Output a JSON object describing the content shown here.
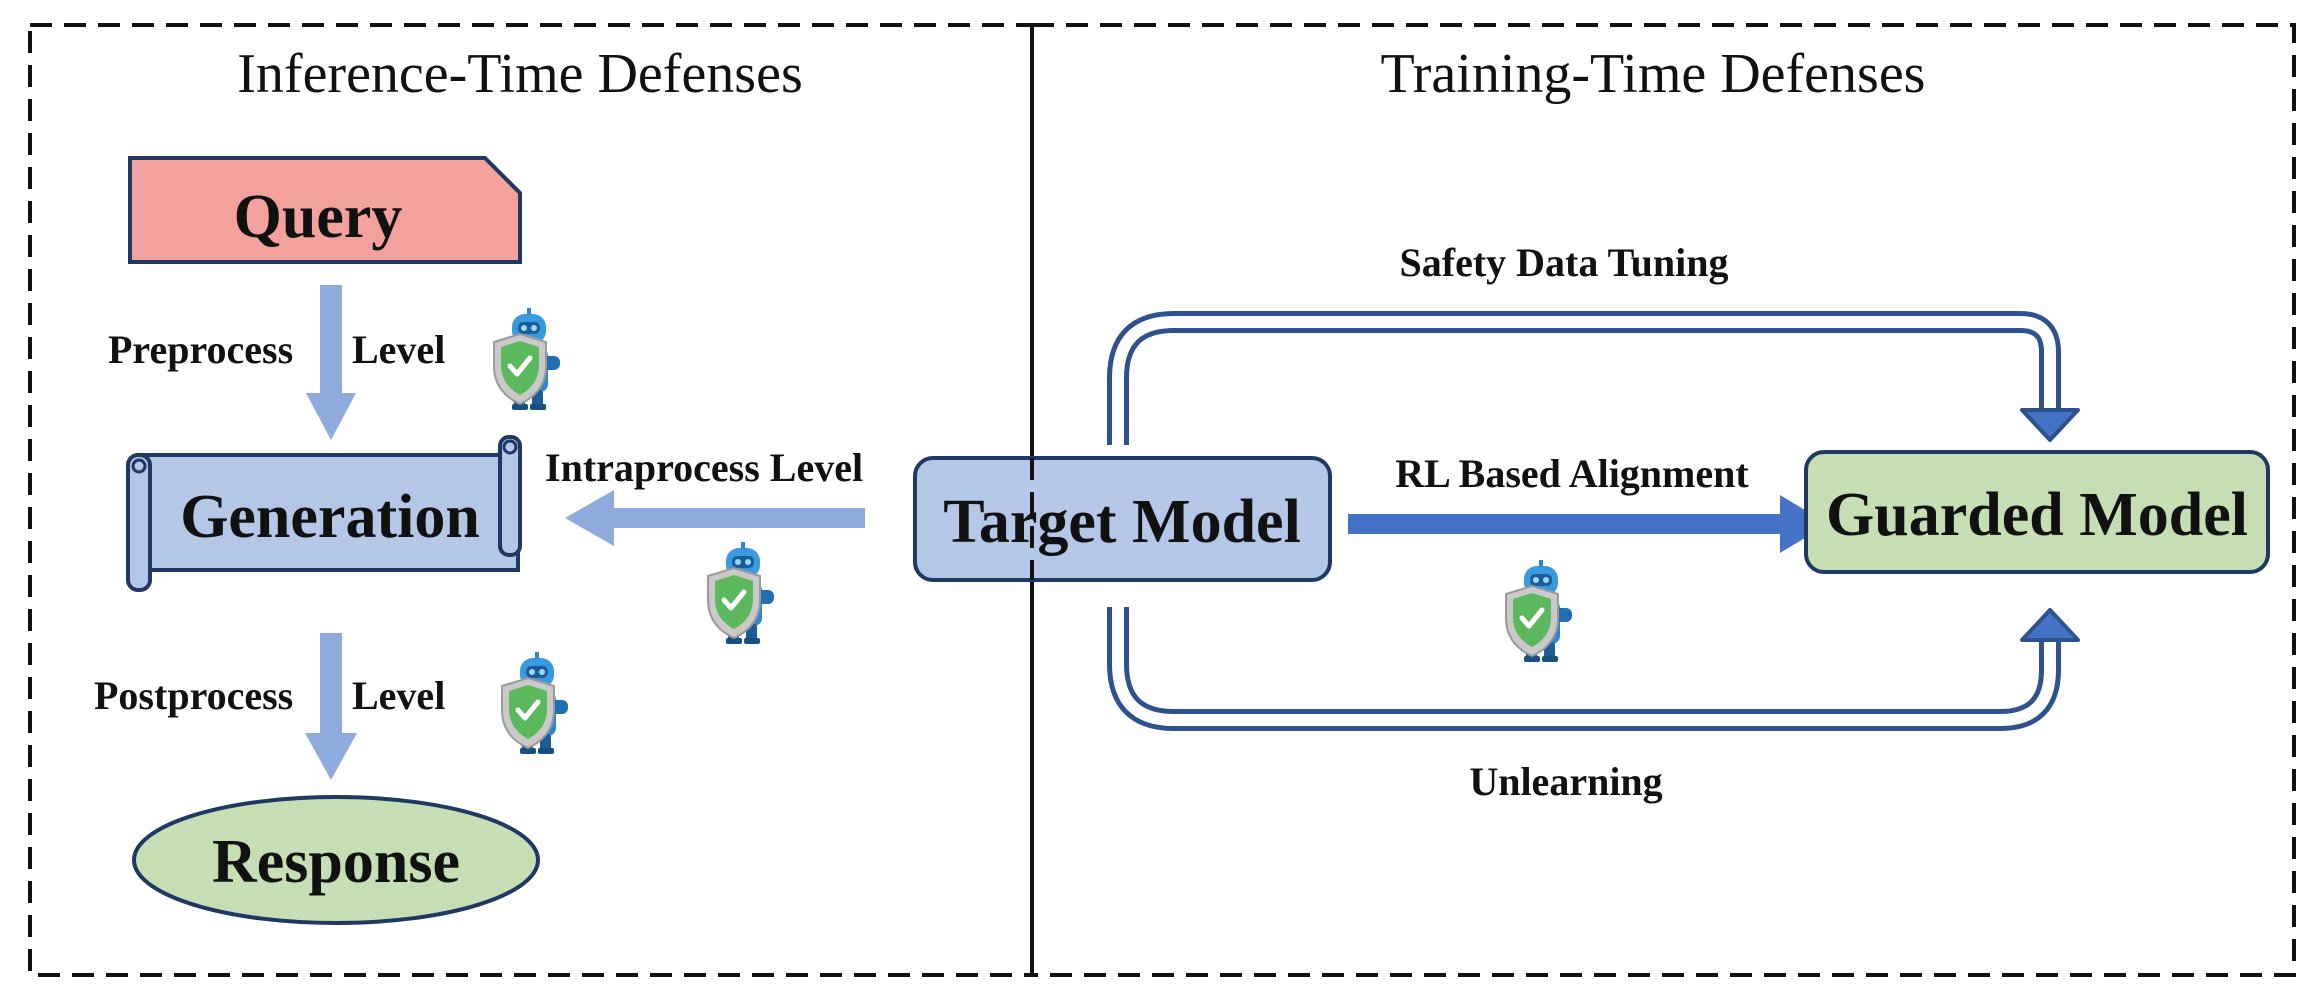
{
  "sections": {
    "inference": {
      "title": "Inference-Time Defenses"
    },
    "training": {
      "title": "Training-Time Defenses"
    }
  },
  "nodes": {
    "query": "Query",
    "generation": "Generation",
    "response": "Response",
    "target_model": "Target Model",
    "guarded_model": "Guarded Model"
  },
  "levels": {
    "preprocess": {
      "left": "Preprocess",
      "right": "Level"
    },
    "postprocess": {
      "left": "Postprocess",
      "right": "Level"
    },
    "intraprocess": "Intraprocess Level"
  },
  "training_methods": {
    "safety_data_tuning": "Safety Data Tuning",
    "rl_alignment": "RL Based Alignment",
    "unlearning": "Unlearning"
  },
  "colors": {
    "query_fill": "#f2a19d",
    "generation_fill": "#b4c7e7",
    "response_fill": "#c5deb4",
    "target_fill": "#b4c7e7",
    "guarded_fill": "#c5deb4",
    "node_stroke": "#1f3864",
    "light_arrow": "#8faadc",
    "dark_arrow": "#4472c4",
    "dark_arrow_outline": "#2f528f",
    "robot_blue": "#2e86d0",
    "shield_green": "#5cb85c"
  },
  "icons": {
    "guard": "robot-shield-icon"
  }
}
